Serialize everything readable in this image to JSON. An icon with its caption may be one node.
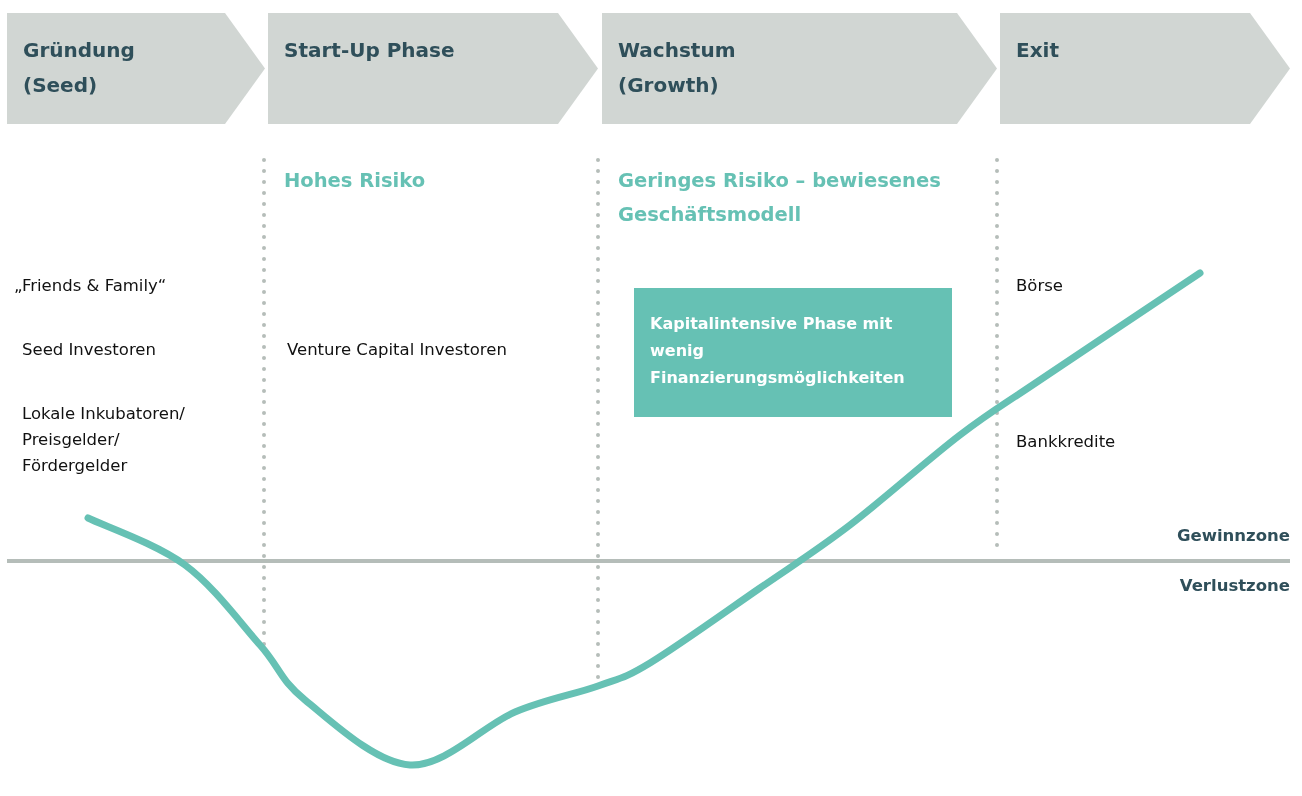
{
  "diagram": {
    "nodes": [
      {
        "text": [
          "Gründung (Seed)"
        ]
      },
      {
        "text": [
          "Start-Up Phase"
        ]
      },
      {
        "text": [
          "Wachstum (Growth)"
        ]
      },
      {
        "text": [
          "Exit"
        ]
      },
      {
        "text": [
          "Kapitalintensive Phase mit wenig Finanzierungsmöglichkeiten"
        ]
      }
    ],
    "labels": [
      "Hohes Risiko",
      "Geringes Risiko – bewiesenes Geschäftsmodell",
      "„Friends & Family“",
      "Börse",
      "Seed Investoren",
      "Venture Capital Investoren",
      "Lokale Inkubatoren/ Preisgelder/ Fördergelder",
      "Bankkredite",
      "Gewinnzone",
      "Verlustzone"
    ]
  }
}
